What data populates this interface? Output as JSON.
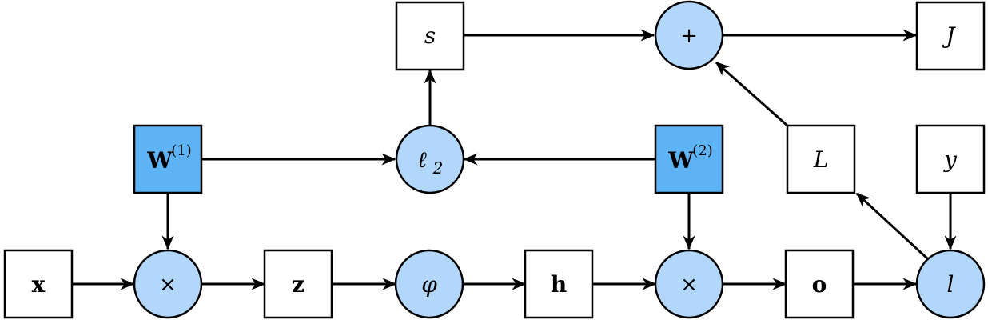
{
  "nodes": {
    "x": {
      "label": "x"
    },
    "mul1": {
      "label": "×"
    },
    "z": {
      "label": "z"
    },
    "phi": {
      "label": "φ"
    },
    "h": {
      "label": "h"
    },
    "mul2": {
      "label": "×"
    },
    "o": {
      "label": "o"
    },
    "l": {
      "label": "l"
    },
    "W1": {
      "label": "W",
      "sup": "(1)"
    },
    "l2": {
      "label": "ℓ",
      "sub": "2"
    },
    "W2": {
      "label": "W",
      "sup": "(2)"
    },
    "L": {
      "label": "L"
    },
    "y": {
      "label": "y"
    },
    "s": {
      "label": "s"
    },
    "plus": {
      "label": "+"
    },
    "J": {
      "label": "J"
    }
  },
  "colors": {
    "parameter_fill": "#5eb3f5",
    "operator_fill": "#b3d7fb",
    "variable_fill": "#ffffff",
    "stroke": "#000000"
  }
}
